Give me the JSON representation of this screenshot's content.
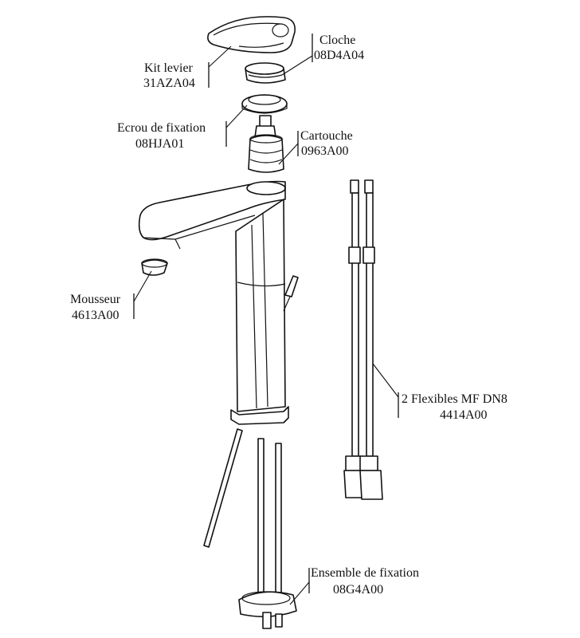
{
  "parts": [
    {
      "key": "cloche",
      "name": "Cloche",
      "code": "08D4A04"
    },
    {
      "key": "kit_levier",
      "name": "Kit levier",
      "code": "31AZA04"
    },
    {
      "key": "ecrou",
      "name": "Ecrou de fixation",
      "code": "08HJA01"
    },
    {
      "key": "cartouche",
      "name": "Cartouche",
      "code": "0963A00"
    },
    {
      "key": "mousseur",
      "name": "Mousseur",
      "code": "4613A00"
    },
    {
      "key": "flexibles",
      "name": "2 Flexibles MF DN8",
      "code": "4414A00"
    },
    {
      "key": "ensemble",
      "name": "Ensemble de fixation",
      "code": "08G4A00"
    }
  ]
}
